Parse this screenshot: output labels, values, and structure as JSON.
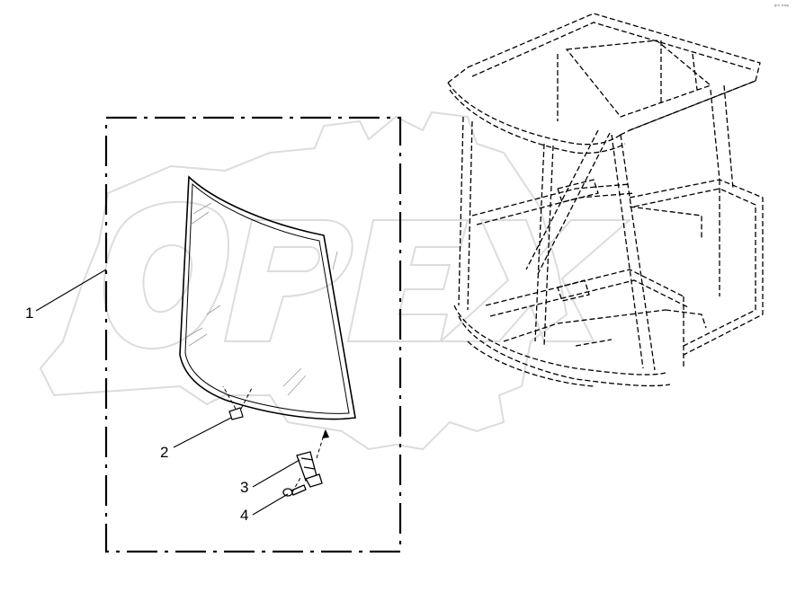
{
  "diagram": {
    "corner_tag": "ᵍᵐ ᵒʷᵍ",
    "watermark_text": "OPEX",
    "callouts": [
      {
        "id": "1",
        "label": "1",
        "part": "windshield-assembly-frame"
      },
      {
        "id": "2",
        "label": "2",
        "part": "windshield-glass"
      },
      {
        "id": "3",
        "label": "3",
        "part": "retaining-clip"
      },
      {
        "id": "4",
        "label": "4",
        "part": "bolt"
      }
    ]
  },
  "colors": {
    "line": "#000000",
    "watermark": "#d9d9d9",
    "glass_hatch": "#999999"
  }
}
